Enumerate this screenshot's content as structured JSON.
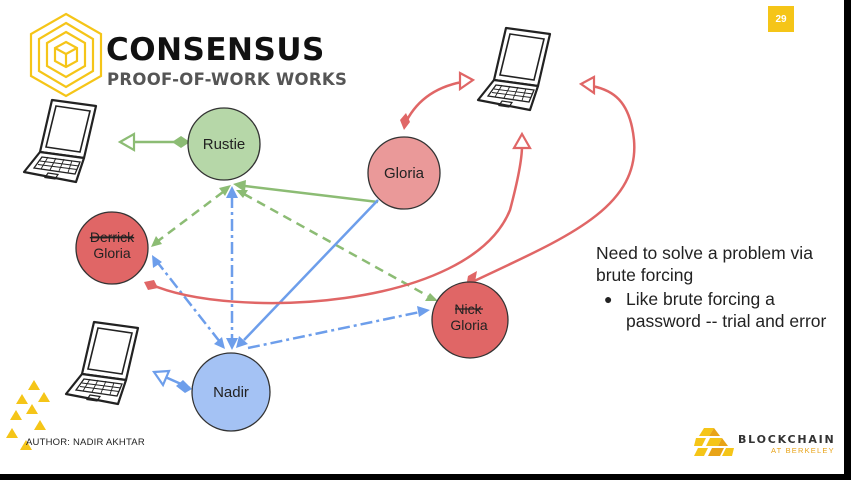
{
  "header": {
    "title": "CONSENSUS",
    "subtitle": "PROOF-OF-WORK WORKS",
    "page_number": "29"
  },
  "nodes": {
    "rustie": "Rustie",
    "gloria_top": "Gloria",
    "derrick_struck": "Derrick",
    "derrick_gloria": "Gloria",
    "nick_struck": "Nick",
    "nick_gloria": "Gloria",
    "nadir": "Nadir"
  },
  "text_block": {
    "heading": "Need to solve a problem via brute forcing",
    "bullet": "Like brute forcing a password -- trial and error"
  },
  "footer": {
    "author": "AUTHOR: NADIR AKHTAR",
    "brand_name": "BLOCKCHAIN",
    "brand_sub": "AT BERKELEY"
  },
  "colors": {
    "green": "#8cbc74",
    "blue": "#6d9eeb",
    "red": "#e06666",
    "rustie_fill": "#b6d7a8",
    "gloria_top_fill": "#ea9999",
    "red_node_fill": "#e06666",
    "nadir_fill": "#a4c2f4",
    "gold": "#f5c518"
  },
  "icons": {
    "logo": "hexagon-cube-logo",
    "laptop": "laptop-icon",
    "brand": "cube-cluster-logo"
  }
}
